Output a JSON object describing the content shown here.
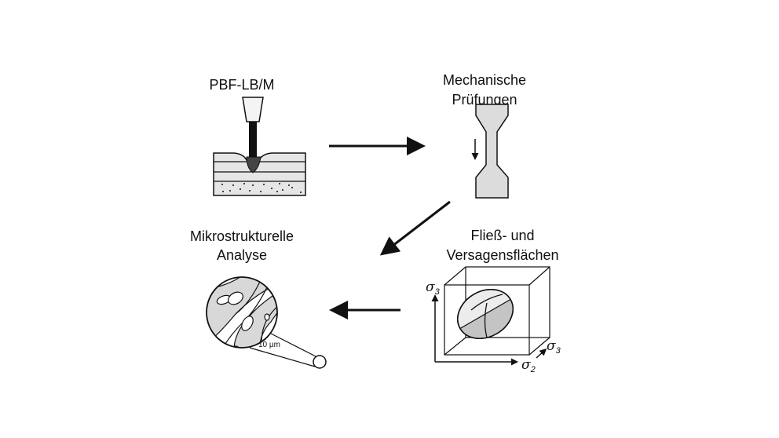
{
  "labels": {
    "process": "PBF-LB/M",
    "mechanical_line1": "Mechanische",
    "mechanical_line2": "Prüfungen",
    "micro_line1": "Mikrostrukturelle",
    "micro_line2": "Analyse",
    "surfaces_line1": "Fließ- und",
    "surfaces_line2": "Versagensflächen"
  },
  "microstructure": {
    "scale_bar": "10 µm"
  },
  "axes": {
    "sigma_vertical": "σ",
    "sigma_vertical_sub": "3",
    "sigma_horizontal": "σ",
    "sigma_horizontal_sub": "2",
    "sigma_depth": "σ",
    "sigma_depth_sub": "3"
  },
  "colors": {
    "line": "#111111",
    "fill_light": "#e4e4e4",
    "fill_mid": "#c4c4c4"
  }
}
